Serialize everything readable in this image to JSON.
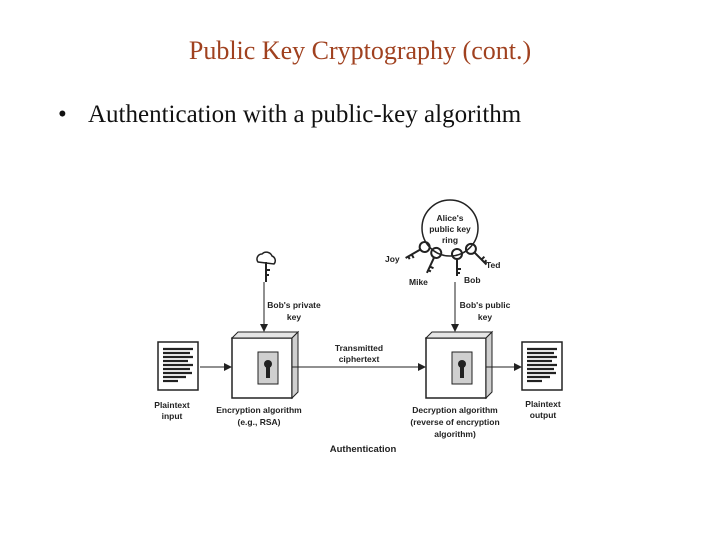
{
  "slide": {
    "title": "Public Key Cryptography (cont.)",
    "bullet": "Authentication with a public-key algorithm"
  },
  "diagram": {
    "ring_label": [
      "Alice's",
      "public key",
      "ring"
    ],
    "ring_keys": [
      "Joy",
      "Mike",
      "Bob",
      "Ted"
    ],
    "private_key_label": [
      "Bob's private",
      "key"
    ],
    "public_key_label": [
      "Bob's public",
      "key"
    ],
    "transmitted_label": [
      "Transmitted",
      "ciphertext"
    ],
    "plaintext_input": [
      "Plaintext",
      "input"
    ],
    "plaintext_output": [
      "Plaintext",
      "output"
    ],
    "encryption_label": [
      "Encryption algorithm",
      "(e.g., RSA)"
    ],
    "decryption_label": [
      "Decryption algorithm",
      "(reverse of encryption",
      "algorithm)"
    ],
    "caption": "Authentication",
    "icons": [
      "document-icon",
      "key-icon",
      "keyhole-icon",
      "key-ring-icon"
    ]
  }
}
